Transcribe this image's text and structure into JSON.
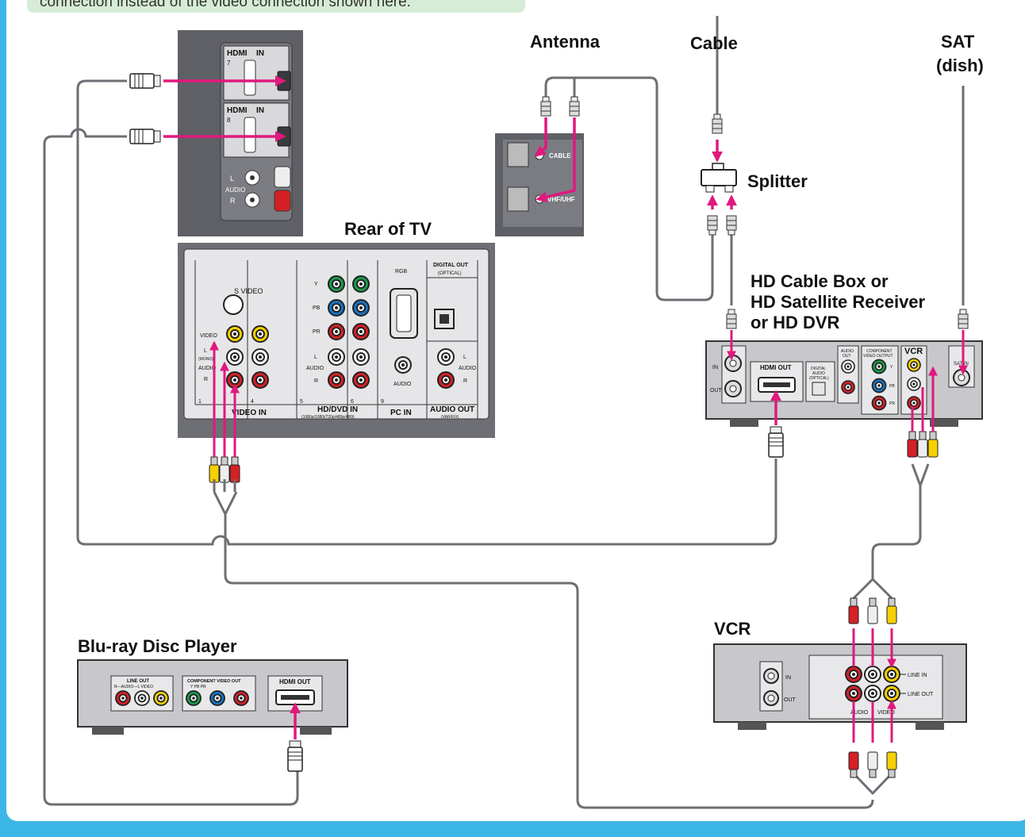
{
  "note": {
    "text": "connection instead of the video connection shown here."
  },
  "labels": {
    "antenna": "Antenna",
    "cable": "Cable",
    "sat_line1": "SAT",
    "sat_line2": "(dish)",
    "splitter": "Splitter",
    "rear_of_tv": "Rear of TV",
    "box_line1": "HD Cable Box or",
    "box_line2": "HD Satellite Receiver",
    "box_line3": "or HD DVR",
    "vcr": "VCR",
    "bluray": "Blu-ray Disc Player"
  },
  "tv_side_panel": {
    "hdmi_logo": "HDMI",
    "hdmi_in": "IN",
    "port1_num": "7",
    "port2_num": "8",
    "audio_l": "L",
    "audio": "AUDIO",
    "audio_r": "R"
  },
  "antenna_panel": {
    "cable": "CABLE",
    "vhf_uhf": "VHF/UHF"
  },
  "tv_rear": {
    "s_video": "S VIDEO",
    "video": "VIDEO",
    "l_mono": "L",
    "mono": "(MONO)",
    "audio": "AUDIO",
    "r": "R",
    "num1": "1",
    "num4": "4",
    "video_in": "VIDEO  IN",
    "y": "Y",
    "pb": "PB",
    "pr": "PR",
    "hd_l": "L",
    "hd_audio": "AUDIO",
    "hd_r": "R",
    "num5": "5",
    "num6": "6",
    "hddvd_in": "HD/DVD IN",
    "hddvd_res": "(1080p/1080i/720p/480p/480i)",
    "rgb": "RGB",
    "pc_audio": "AUDIO",
    "num9": "9",
    "pc_in": "PC IN",
    "digital_out": "DIGITAL OUT",
    "optical": "(OPTICAL)",
    "ao_l": "L",
    "ao_audio": "AUDIO",
    "ao_r": "R",
    "audio_out": "AUDIO OUT",
    "var_fix": "(VAR/FIX)"
  },
  "hd_box": {
    "in": "IN",
    "out": "OUT",
    "hdmi_out": "HDMI OUT",
    "dig_audio1": "DIGITAL",
    "dig_audio2": "AUDIO",
    "dig_audio3": "(OPTICAL)",
    "audio_out1": "AUDIO",
    "audio_out2": "OUT",
    "comp1": "COMPONENT",
    "comp2": "VIDEO OUTPUT",
    "y": "Y",
    "pb": "PB",
    "pr": "PR",
    "vcr": "VCR",
    "sat_in": "SAT IN"
  },
  "vcr_device": {
    "in": "IN",
    "out": "OUT",
    "line_in": "LINE IN",
    "line_out": "LINE OUT",
    "audio": "AUDIO",
    "video": "VIDEO"
  },
  "bluray_device": {
    "line_out": "LINE OUT",
    "line_out_sub": "R—AUDIO—L  VIDEO",
    "component_out": "COMPONENT VIDEO OUT",
    "comp_sub": "Y      PB      PR",
    "hdmi_out": "HDMI OUT"
  },
  "colors": {
    "background": "#3cb6e6",
    "panel": "#ffffff",
    "note_bg": "#d6ecd6",
    "arrow": "#e0197d",
    "wire": "#6e6e74",
    "device_gray": "#c8c8cc",
    "tv_dark": "#5f6066"
  }
}
